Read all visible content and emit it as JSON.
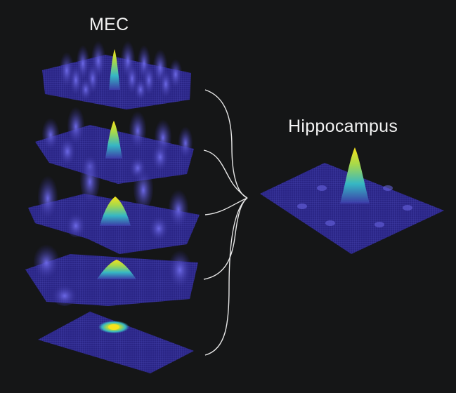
{
  "labels": {
    "source": "MEC",
    "target": "Hippocampus"
  },
  "colors": {
    "background": "#151617",
    "surface_base": "#2a2585",
    "surface_mesh": "#5d5bd8",
    "peak_low": "#36b7c4",
    "peak_mid": "#a7d94a",
    "peak_high": "#f6e21c",
    "connector": "#e6e6e6"
  },
  "layers": [
    {
      "name": "mec-module-1",
      "bumps": 14,
      "peak_strength": 1.0
    },
    {
      "name": "mec-module-2",
      "bumps": 9,
      "peak_strength": 0.9
    },
    {
      "name": "mec-module-3",
      "bumps": 6,
      "peak_strength": 0.7
    },
    {
      "name": "mec-module-4",
      "bumps": 3,
      "peak_strength": 0.55
    },
    {
      "name": "mec-module-5",
      "bumps": 0,
      "peak_strength": 0.4
    }
  ],
  "output": {
    "name": "hippocampus-place-field",
    "peak_strength": 1.0
  }
}
